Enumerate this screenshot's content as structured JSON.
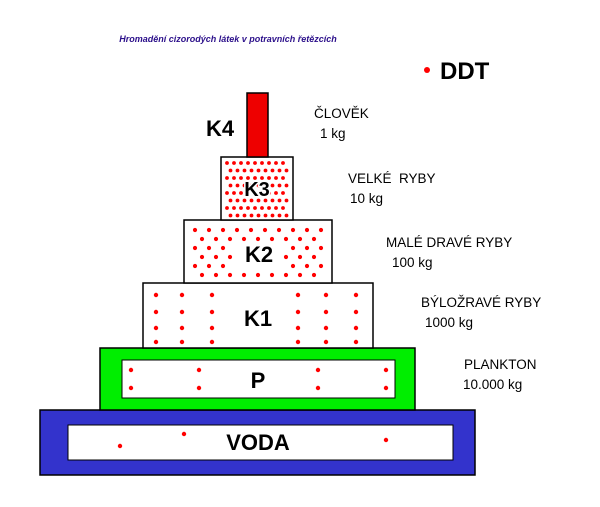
{
  "title": "Hromadění cizorodých látek v potravních řetězcích",
  "legend": {
    "label": "DDT",
    "dot_color": "#ff0000"
  },
  "colors": {
    "title": "#2b0f8a",
    "border": "#000000",
    "dot": "#ff0000",
    "k4_fill": "#ee0000",
    "plankton_fill": "#00ee00",
    "water_fill": "#3333cc",
    "box_fill": "#ffffff"
  },
  "levels": [
    {
      "id": "k4",
      "code": "K4",
      "organism": "ČLOVĚK",
      "mass": "1 kg"
    },
    {
      "id": "k3",
      "code": "K3",
      "organism": "VELKÉ  RYBY",
      "mass": "10 kg"
    },
    {
      "id": "k2",
      "code": "K2",
      "organism": "MALÉ DRAVÉ RYBY",
      "mass": "100 kg"
    },
    {
      "id": "k1",
      "code": "K1",
      "organism": "BÝLOŽRAVÉ RYBY",
      "mass": "1000 kg"
    },
    {
      "id": "p",
      "code": "P",
      "organism": "PLANKTON",
      "mass": "10.000 kg"
    },
    {
      "id": "voda",
      "code": "VODA"
    }
  ]
}
